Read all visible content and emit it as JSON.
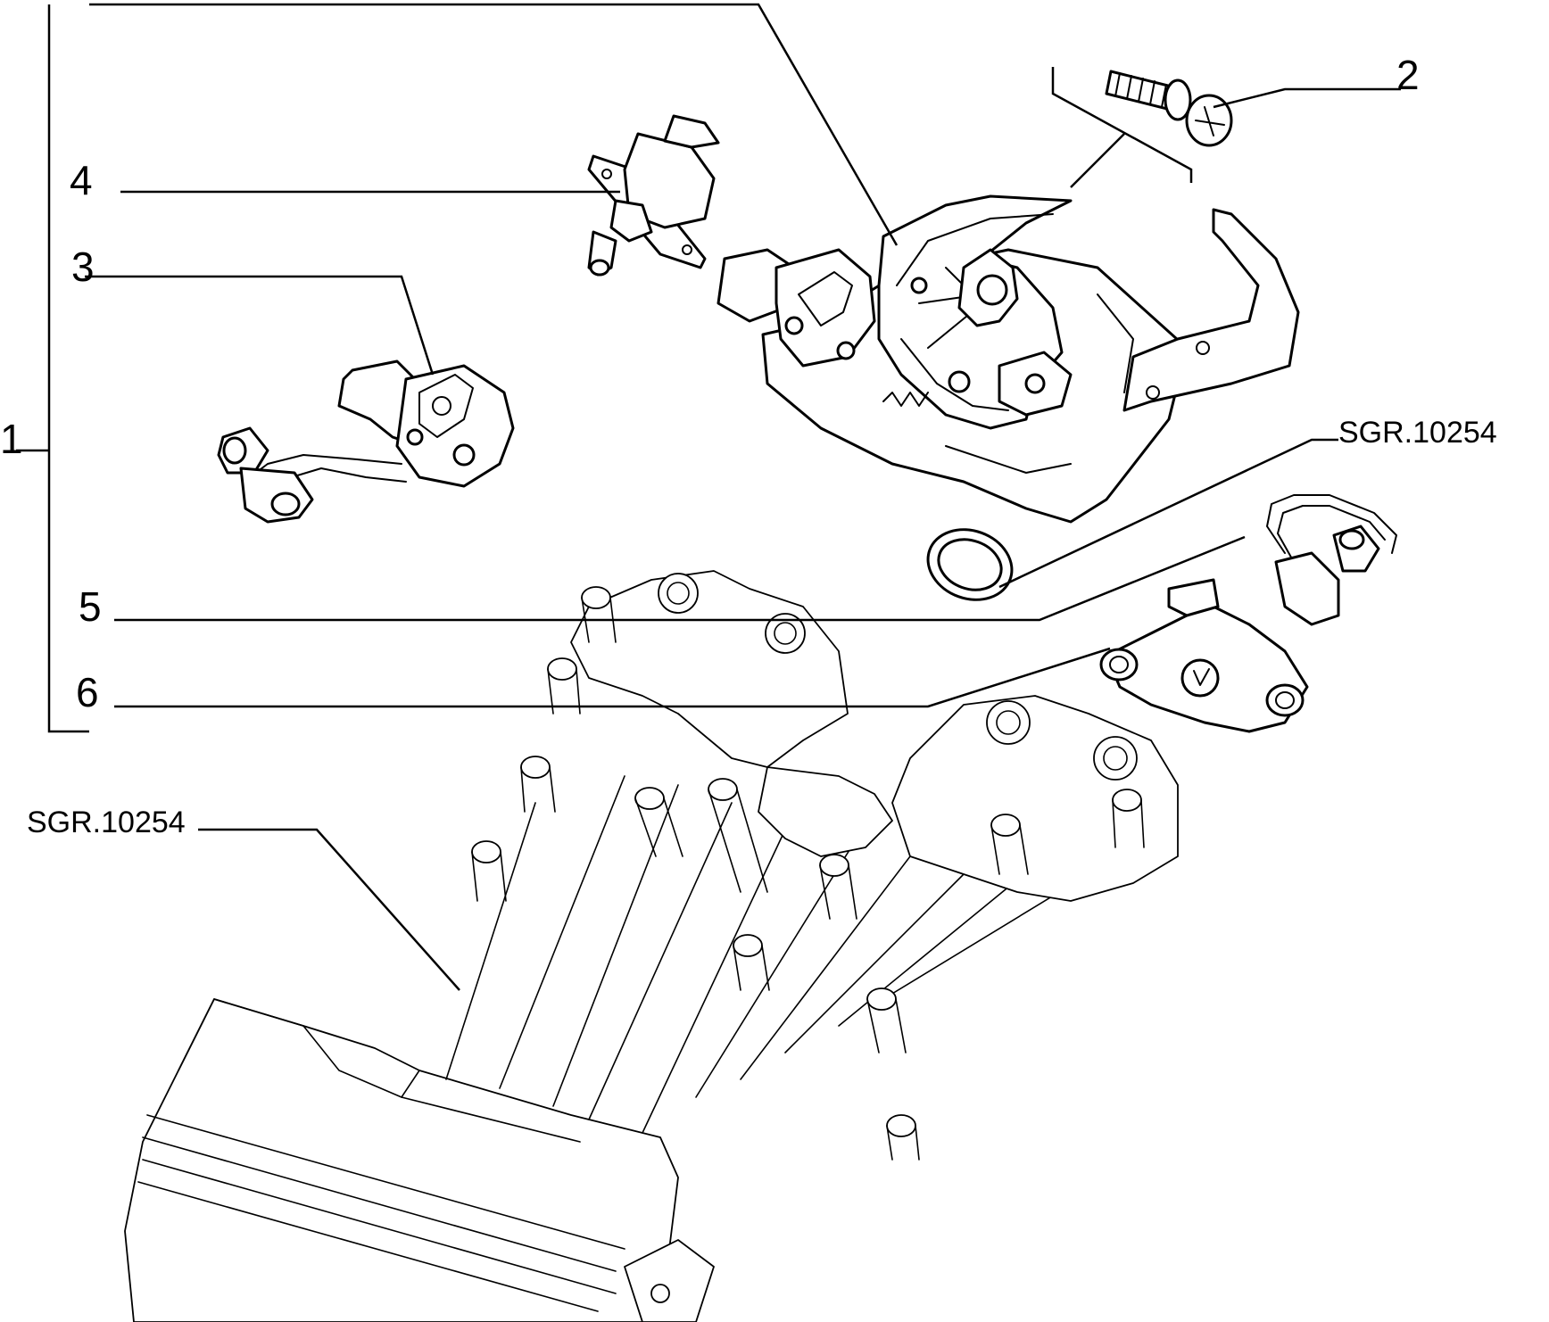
{
  "callouts": {
    "c1": "1",
    "c2": "2",
    "c3": "3",
    "c4": "4",
    "c5": "5",
    "c6": "6"
  },
  "references": {
    "ref_top": "SGR.10254",
    "ref_bottom": "SGR.10254"
  }
}
